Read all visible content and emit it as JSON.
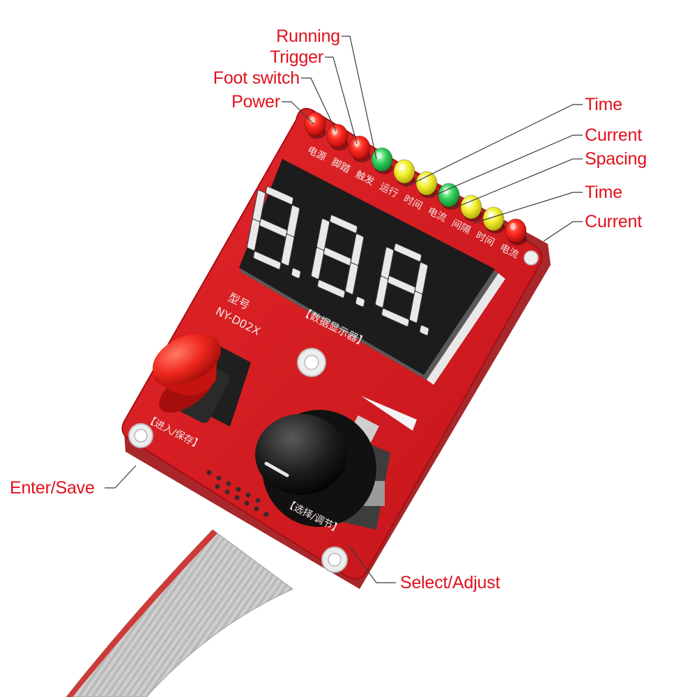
{
  "callouts_left": {
    "running": "Running",
    "trigger": "Trigger",
    "foot_switch": "Foot switch",
    "power": "Power",
    "enter_save": "Enter/Save"
  },
  "callouts_right": {
    "time_1": "Time",
    "current_1": "Current",
    "spacing": "Spacing",
    "time_2": "Time",
    "current_2": "Current",
    "select_adjust": "Select/Adjust"
  },
  "board": {
    "led_labels": [
      "电源",
      "脚踏",
      "触发",
      "运行",
      "时间",
      "电流",
      "间隔",
      "时间",
      "电流"
    ],
    "model_label": "型号",
    "model_number": "NY-D02X",
    "display_caption": "【数据显示器】",
    "button_caption": "【进入/保存】",
    "knob_caption": "【选择/调节】",
    "display_digits": "8.8.8."
  },
  "colors": {
    "board_red": "#d81a1f",
    "label_red": "#e0101c",
    "led_red": "#ff2a20",
    "led_green": "#2ecf5a",
    "led_yellow": "#f2ef2a"
  },
  "icons": {
    "power_led": "red-led-icon",
    "foot_switch_led": "red-led-icon",
    "trigger_led": "red-led-icon",
    "running_led": "green-led-icon",
    "knob": "rotary-knob-icon",
    "button": "push-button-icon"
  }
}
